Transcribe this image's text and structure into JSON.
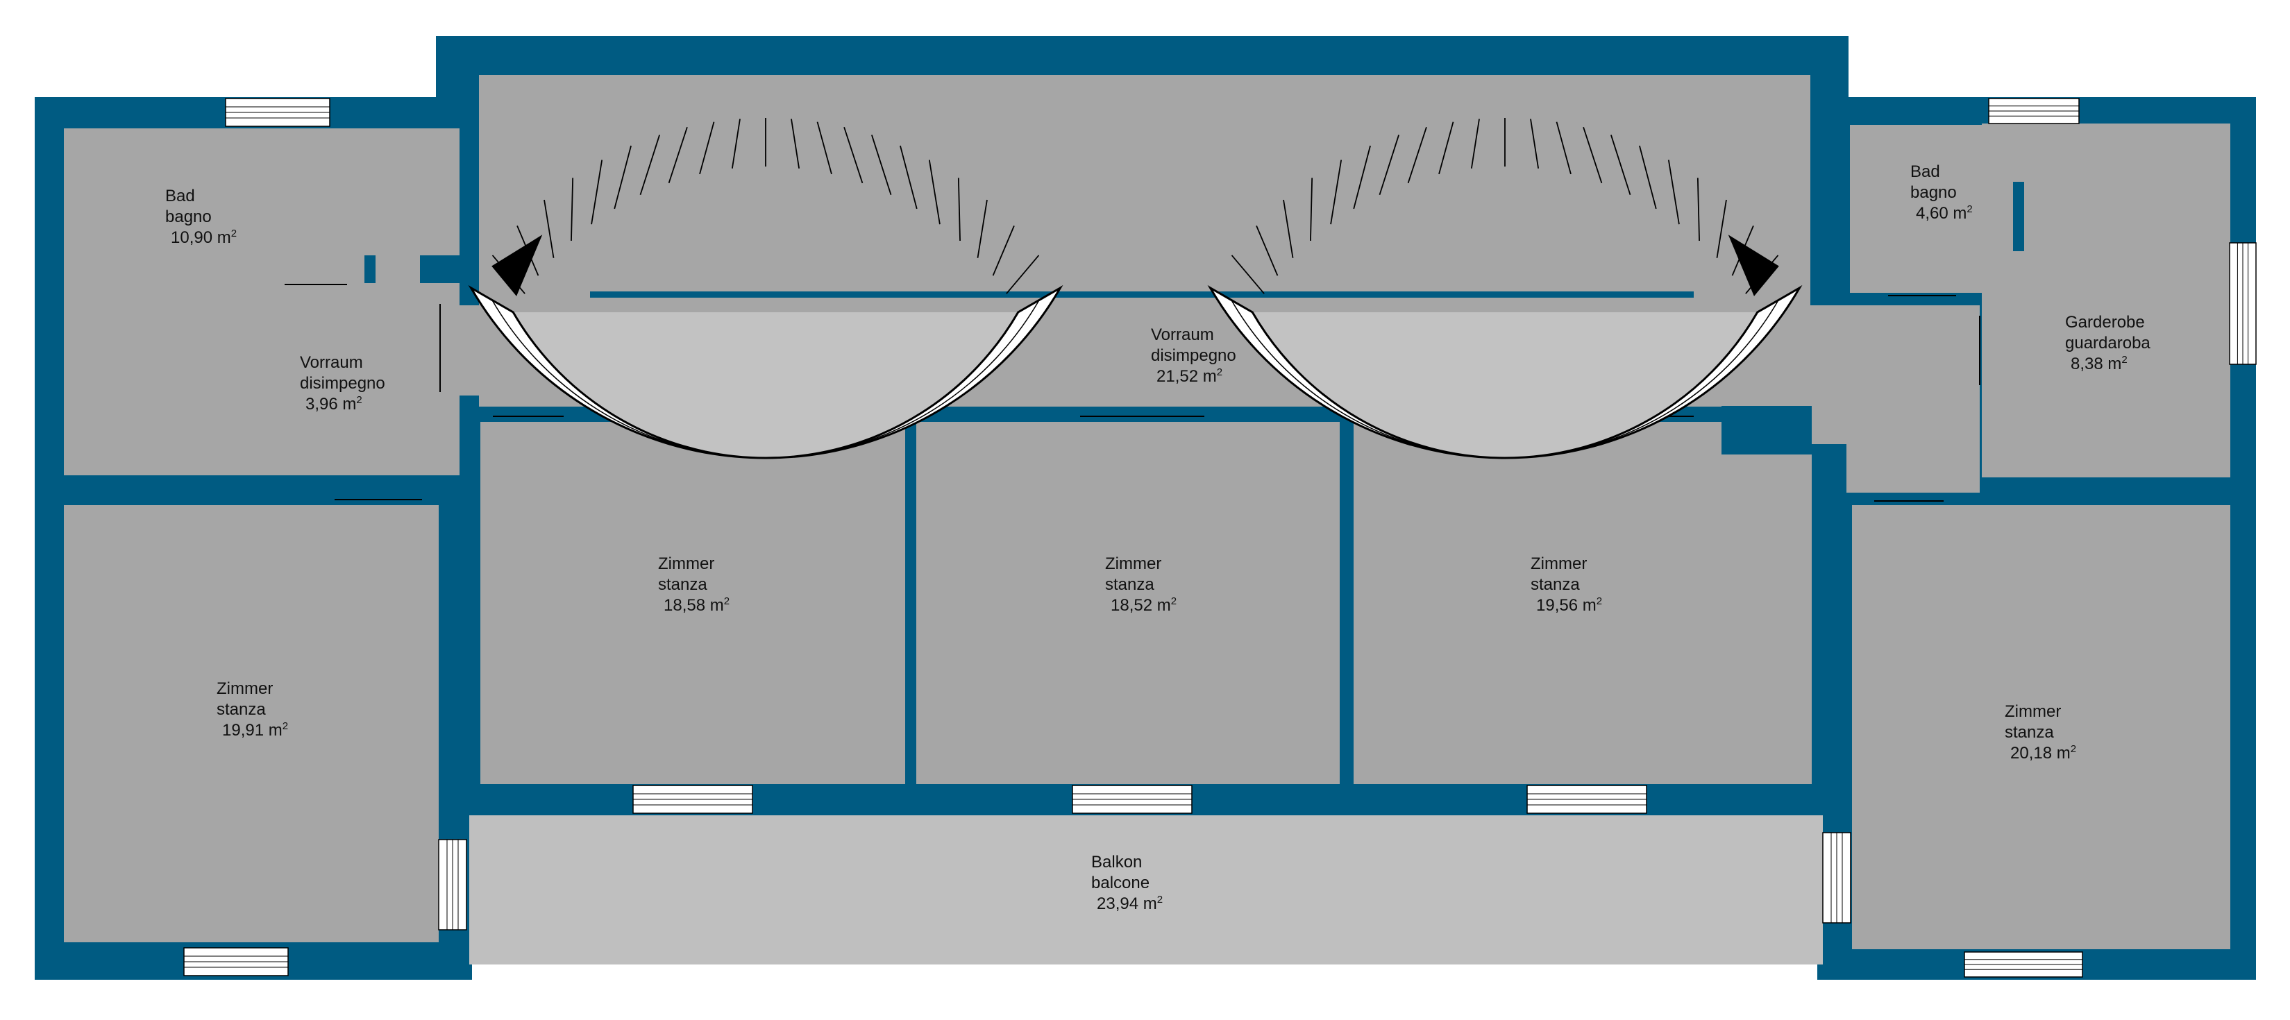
{
  "colors": {
    "wall": "#005b82",
    "floor": "#a6a6a6",
    "balcony": "#bfbfbf",
    "window": "#ffffff",
    "stair_line": "#000000",
    "text": "#111111"
  },
  "unit": "m",
  "unit_exp": "2",
  "rooms": [
    {
      "id": "bad-left",
      "de": "Bad",
      "it": "bagno",
      "area": "10,90"
    },
    {
      "id": "vorraum-left",
      "de": "Vorraum",
      "it": "disimpegno",
      "area": "3,96"
    },
    {
      "id": "vorraum-center",
      "de": "Vorraum",
      "it": "disimpegno",
      "area": "21,52"
    },
    {
      "id": "bad-right",
      "de": "Bad",
      "it": "bagno",
      "area": "4,60"
    },
    {
      "id": "garderobe",
      "de": "Garderobe",
      "it": "guardaroba",
      "area": "8,38"
    },
    {
      "id": "zimmer-left",
      "de": "Zimmer",
      "it": "stanza",
      "area": "19,91"
    },
    {
      "id": "zimmer-1",
      "de": "Zimmer",
      "it": "stanza",
      "area": "18,58"
    },
    {
      "id": "zimmer-2",
      "de": "Zimmer",
      "it": "stanza",
      "area": "18,52"
    },
    {
      "id": "zimmer-3",
      "de": "Zimmer",
      "it": "stanza",
      "area": "19,56"
    },
    {
      "id": "zimmer-right",
      "de": "Zimmer",
      "it": "stanza",
      "area": "20,18"
    },
    {
      "id": "balkon",
      "de": "Balkon",
      "it": "balcone",
      "area": "23,94"
    }
  ]
}
